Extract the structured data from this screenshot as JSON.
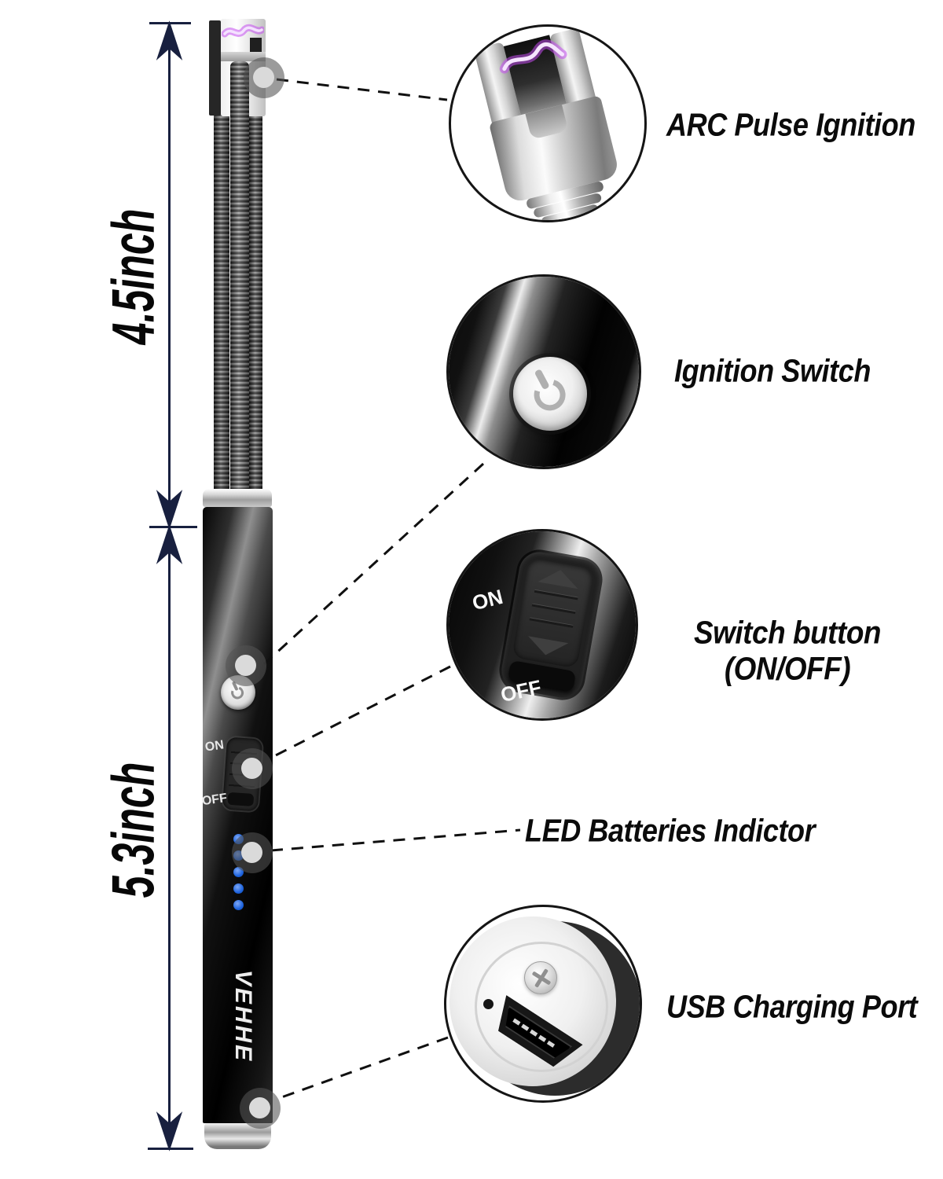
{
  "infographic": {
    "background": "#ffffff",
    "dimension": {
      "neck_length": "4.5inch",
      "handle_length": "5.3inch",
      "line_color": "#18203f"
    },
    "device": {
      "brand": "VEHHE",
      "switch_on": "ON",
      "switch_off": "OFF",
      "led_count": 5,
      "led_color": "#1d63dd",
      "arc_color": "#c44df0",
      "body_color": "#0d0d0d"
    },
    "callouts": [
      {
        "id": "arc-pulse",
        "label": "ARC Pulse Ignition",
        "icon": "arc-electrode-photo"
      },
      {
        "id": "ignition-switch",
        "label": "Ignition Switch",
        "icon": "power-button-photo"
      },
      {
        "id": "switch-button",
        "label_line1": "Switch button",
        "label_line2": "(ON/OFF)",
        "on": "ON",
        "off": "OFF",
        "icon": "slide-switch-photo"
      },
      {
        "id": "led-indicator",
        "label": "LED Batteries Indictor",
        "icon": "none"
      },
      {
        "id": "usb-port",
        "label": "USB Charging Port",
        "icon": "usb-base-photo"
      }
    ]
  }
}
